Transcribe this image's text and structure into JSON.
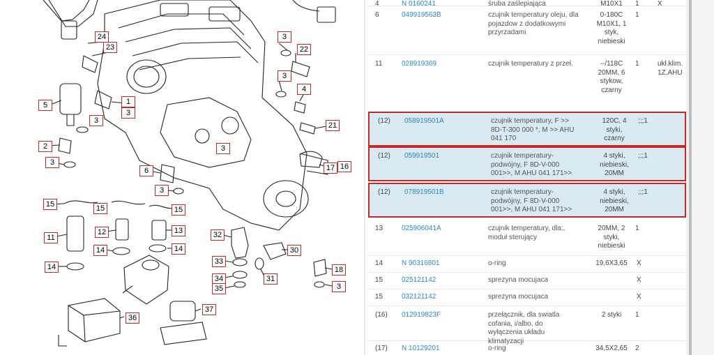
{
  "diagram": {
    "callouts": [
      "24",
      "23",
      "3",
      "22",
      "3",
      "4",
      "5",
      "1",
      "3",
      "3",
      "21",
      "2",
      "3",
      "3",
      "6",
      "17",
      "16",
      "3",
      "15",
      "15",
      "15",
      "11",
      "12",
      "13",
      "32",
      "30",
      "14",
      "14",
      "14",
      "33",
      "34",
      "35",
      "31",
      "18",
      "3",
      "36",
      "37"
    ]
  },
  "parts": [
    {
      "pos": "4",
      "pn": "N 0160241",
      "desc": "śruba zaślepiająca",
      "spec": "M10X1",
      "qty": "1",
      "note": "X",
      "hl": false
    },
    {
      "pos": "6",
      "pn": "049919563B",
      "desc": "czujnik temperatury oleju, dla pojazdow z dodatkowymi przyrzadami",
      "spec": "0-180C M10X1, 1 styk, niebieski",
      "qty": "1",
      "note": "",
      "hl": false
    },
    {
      "pos": "11",
      "pn": "028919369",
      "desc": "czujnik temperatury z przeł.",
      "spec": "--/118C 20MM, 6 stykow, czarny",
      "qty": "1",
      "note": "ukł.klim. 1Z,AHU",
      "hl": false
    },
    {
      "pos": "(12)",
      "pn": "058919501A",
      "desc": "czujnik temperatury, F >> 8D-T-300 000 *, M >> AHU 041 170",
      "spec": "120C, 4 styki, czarny",
      "qty": ";;;1",
      "note": "",
      "hl": true
    },
    {
      "pos": "(12)",
      "pn": "059919501",
      "desc": "czujnik temperatury-podwójny, F 8D-V-000 001>>, M AHU 041 171>>",
      "spec": "4 styki, niebieski, 20MM",
      "qty": ";;;1",
      "note": "",
      "hl": true
    },
    {
      "pos": "(12)",
      "pn": "078919501B",
      "desc": "czujnik temperatury-podwójny, F 8D-V-000 001>>, M AHU 041 171>>",
      "spec": "4 styki, niebieski, 20MM",
      "qty": ";;;1",
      "note": "",
      "hl": true
    },
    {
      "pos": "13",
      "pn": "025906041A",
      "desc": "czujnik temperatury, dla:, moduł sterujący",
      "spec": "20MM, 2 styki, niebieski",
      "qty": "1",
      "note": "",
      "hl": false
    },
    {
      "pos": "14",
      "pn": "N 90316801",
      "desc": "o-ring",
      "spec": "19,6X3,65",
      "qty": "X",
      "note": "",
      "hl": false
    },
    {
      "pos": "15",
      "pn": "025121142",
      "desc": "sprezyna mocujaca",
      "spec": "",
      "qty": "X",
      "note": "",
      "hl": false
    },
    {
      "pos": "15",
      "pn": "032121142",
      "desc": "sprezyna mocujaca",
      "spec": "",
      "qty": "X",
      "note": "",
      "hl": false
    },
    {
      "pos": "(16)",
      "pn": "012919823F",
      "desc": "przełącznik, dla swiatla cofania, i/albo, do wyłączenia układu klimatyzacji",
      "spec": "2 styki",
      "qty": "1",
      "note": "",
      "hl": false
    },
    {
      "pos": "(17)",
      "pn": "N 10129201",
      "desc": "o-ring",
      "spec": "34,5X2,65",
      "qty": "2",
      "note": "",
      "hl": false
    }
  ]
}
